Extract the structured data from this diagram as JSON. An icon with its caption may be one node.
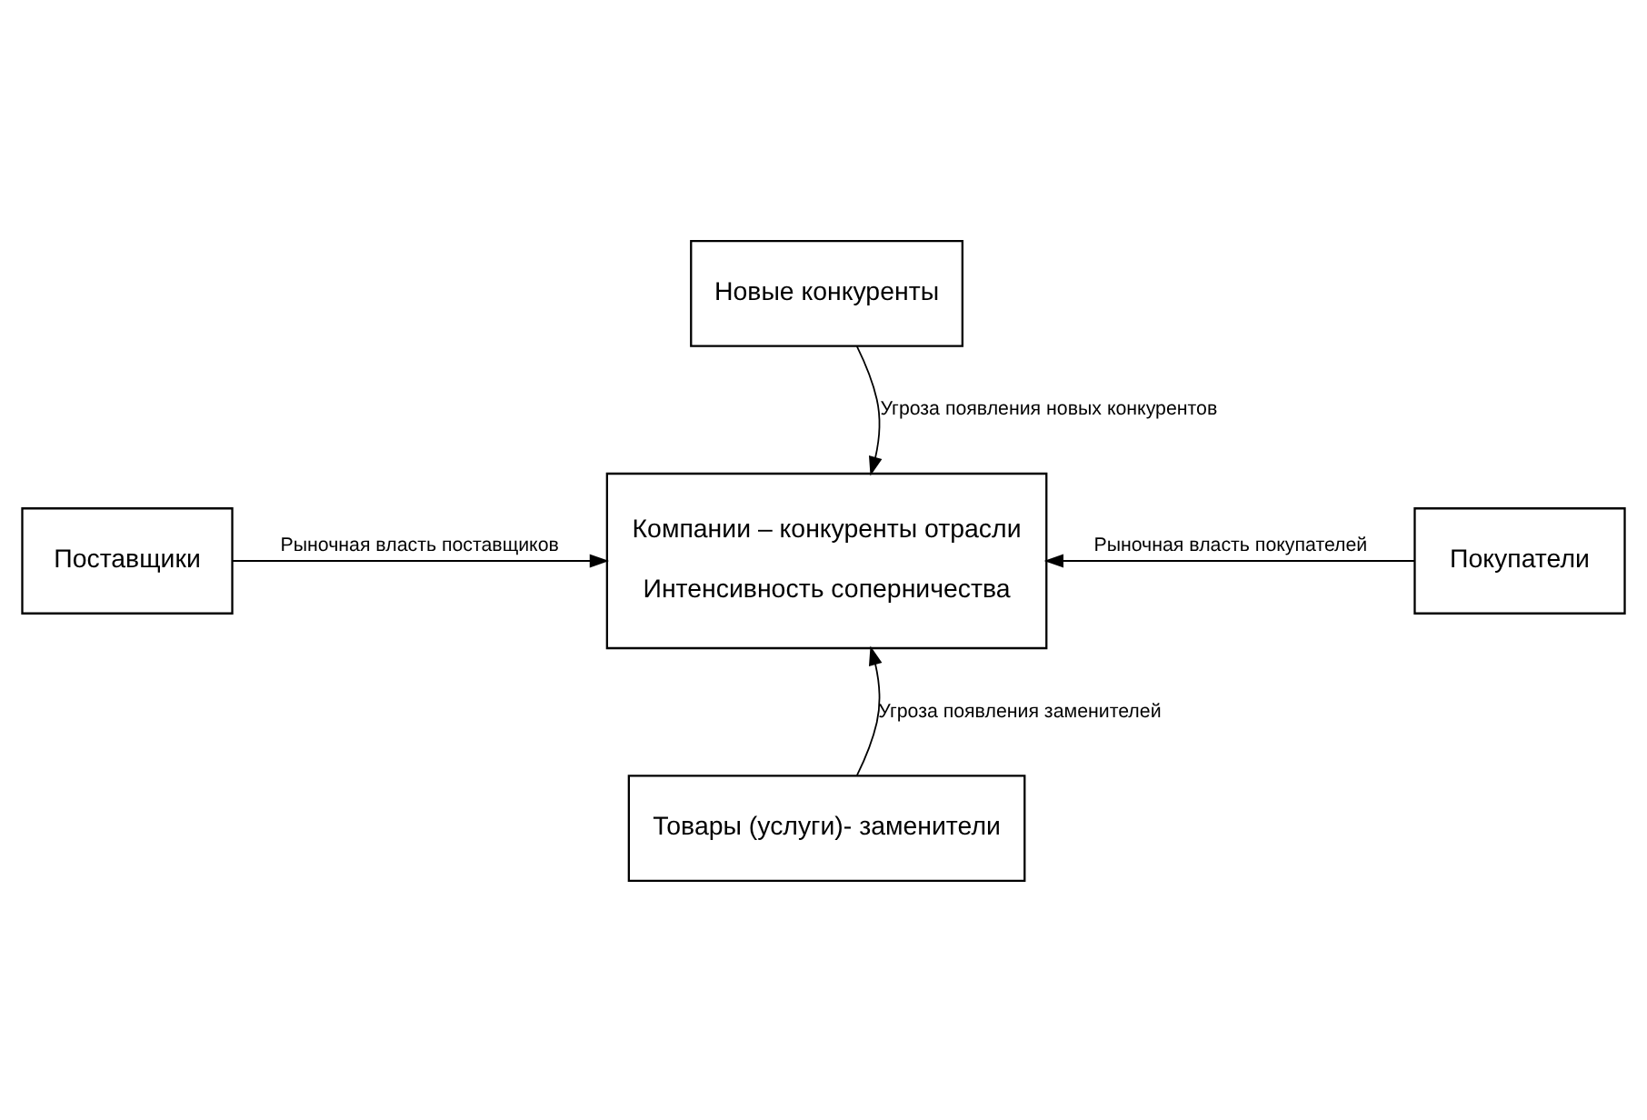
{
  "diagram": {
    "nodes": [
      {
        "text": [
          "Новые конкуренты"
        ]
      },
      {
        "text": [
          "Поставщики"
        ]
      },
      {
        "text": [
          "Компании – конкуренты отрасли",
          "Интенсивность соперничества"
        ]
      },
      {
        "text": [
          "Покупатели"
        ]
      },
      {
        "text": [
          "Товары (услуги)- заменители"
        ]
      }
    ],
    "edges": [
      {
        "from": 0,
        "to": 2,
        "arrow": "to",
        "label": "Угроза появления новых конкурентов"
      },
      {
        "from": 1,
        "to": 2,
        "arrow": "to",
        "label": "Рыночная власть поставщиков"
      },
      {
        "from": 3,
        "to": 2,
        "arrow": "to",
        "label": "Рыночная власть покупателей"
      },
      {
        "from": 4,
        "to": 2,
        "arrow": "to",
        "label": "Угроза появления заменителей"
      }
    ]
  }
}
